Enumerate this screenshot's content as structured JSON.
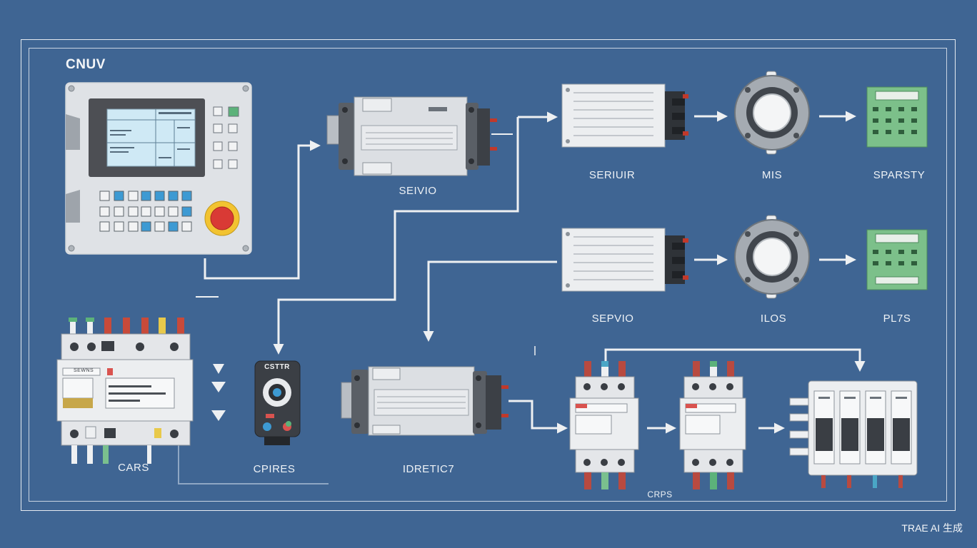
{
  "title": "CNUV",
  "labels": {
    "servo_top": "SEIVIO",
    "servo_right_top": "SERIUIR",
    "mis": "MIS",
    "sparsty": "SPARSTY",
    "servo_right_mid": "SEPVIO",
    "ilos": "ILOS",
    "pl7s": "PL7S",
    "cars": "CARS",
    "cpires": "CPIRES",
    "idretic7": "IDRETIC7",
    "crps": "CRPS",
    "relay_text": "SEWNS",
    "pendant_text": "CSTTR"
  },
  "watermark": "TRAE AI 生成",
  "colors": {
    "background": "#3f6593",
    "line": "#eef0f2",
    "estop": "#d93a35",
    "screen": "#cfe9f5",
    "green_board": "#7cc08a"
  }
}
